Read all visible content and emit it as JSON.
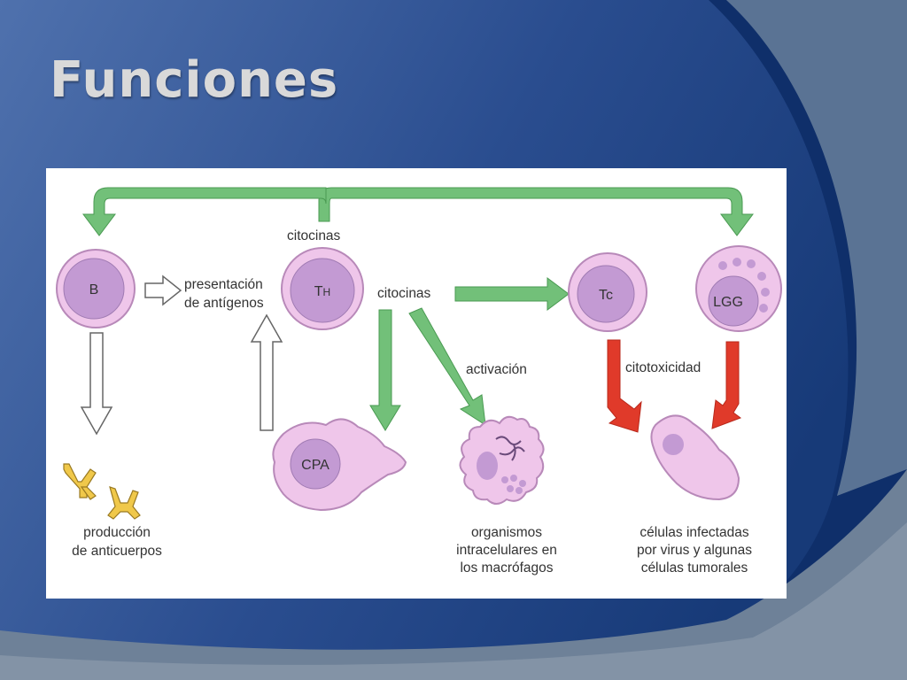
{
  "slide": {
    "title": "Funciones",
    "colors": {
      "background": "#2c4f90",
      "title": "#d9d9d9",
      "green_arrow": "#6fbf73",
      "red_arrow": "#e03a2a",
      "cell_fill": "#e2b8e3",
      "nucleus_fill": "#c394d2"
    }
  },
  "diagram": {
    "cells": {
      "b": "B",
      "th": "TH",
      "tc": "Tc",
      "lgg": "LGG",
      "cpa": "CPA"
    },
    "labels": {
      "citocinas_top": "citocinas",
      "citocinas_mid": "citocinas",
      "presentacion_1": "presentación",
      "presentacion_2": "de antígenos",
      "activacion": "activación",
      "citotoxicidad": "citotoxicidad",
      "produccion_1": "producción",
      "produccion_2": "de anticuerpos",
      "organismos_1": "organismos",
      "organismos_2": "intracelulares en",
      "organismos_3": "los macrófagos",
      "celulas_1": "células infectadas",
      "celulas_2": "por virus y algunas",
      "celulas_3": "células tumorales"
    }
  }
}
